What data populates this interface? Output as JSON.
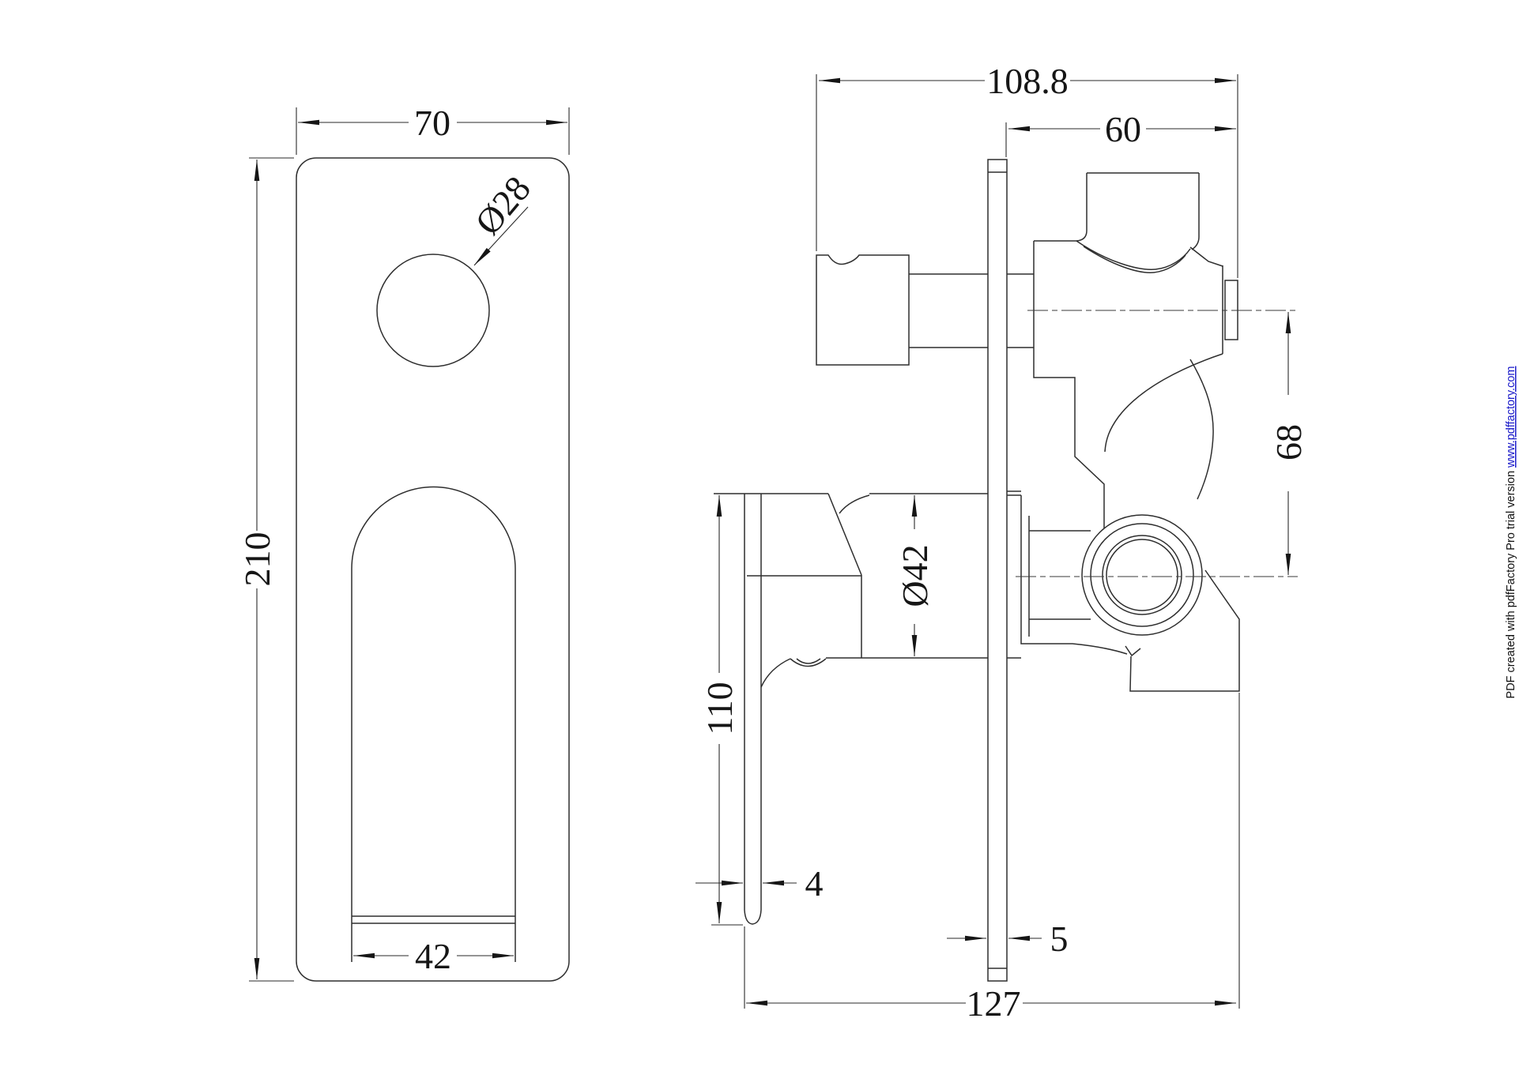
{
  "page": {
    "background": "#ffffff",
    "line_color": "#2e2e2e",
    "accent_link_color": "#1717c9"
  },
  "drawing": {
    "type": "technical-drawing",
    "subject": "two-view dimensioned drawing of a wall-mixer valve",
    "front_view": {
      "dim_plate_width": "70",
      "dim_plate_height": "210",
      "dim_hole_diameter": "Ø28",
      "dim_handle_width": "42"
    },
    "side_view": {
      "dim_overall_depth_top": "108.8",
      "dim_body_depth": "60",
      "dim_port_offset": "68",
      "dim_cartridge_diameter": "Ø42",
      "dim_handle_length": "110",
      "dim_lever_thickness": "4",
      "dim_plate_thickness": "5",
      "dim_overall_depth_bottom": "127"
    }
  },
  "footer": {
    "text": "PDF created with pdfFactory Pro trial version ",
    "link": "www.pdffactory.com"
  }
}
